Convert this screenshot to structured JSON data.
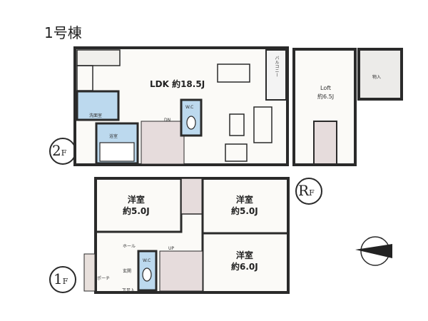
{
  "title": "1号棟",
  "floors": {
    "second": {
      "marker": "2F",
      "marker_main": "2",
      "marker_sub": "F",
      "ldk": "LDK 約18.5J",
      "wc": "W.C",
      "washroom": "洗面室",
      "bath": "浴室",
      "balcony": "バルコニー",
      "dn": "DN"
    },
    "roof": {
      "marker": "RF",
      "marker_main": "R",
      "marker_sub": "F",
      "loft_name": "Loft",
      "loft_size": "約6.5J",
      "storage": "物入"
    },
    "first": {
      "marker": "1F",
      "marker_main": "1",
      "marker_sub": "F",
      "room_a_name": "洋室",
      "room_a_size": "約5.0J",
      "room_b_name": "洋室",
      "room_b_size": "約5.0J",
      "room_c_name": "洋室",
      "room_c_size": "約6.0J",
      "hall": "ホール",
      "entrance": "玄関",
      "porch": "ポーチ",
      "shoe_box": "下足入",
      "up": "UP",
      "wc": "W.C"
    }
  },
  "colors": {
    "wall": "#2a2a2a",
    "wet_area": "#bcd9ee",
    "stairs": "#e6dcdc",
    "porch": "#e8e0dc"
  },
  "compass_icon": "north-arrow"
}
